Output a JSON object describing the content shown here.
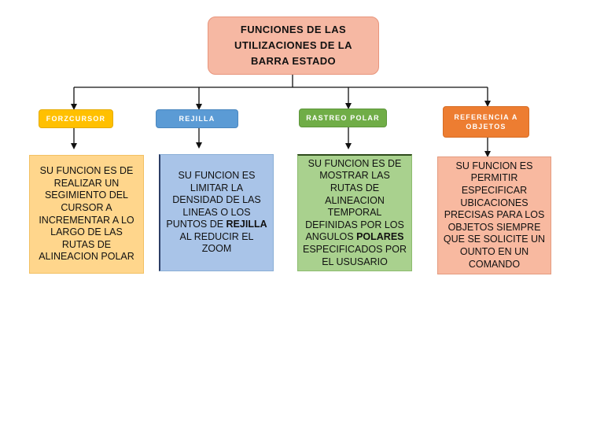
{
  "title": "FUNCIONES DE LAS UTILIZACIONES DE LA BARRA ESTADO",
  "categories": [
    {
      "label": "FORZCURSOR",
      "description": [
        {
          "text": "SU FUNCION ES DE REALIZAR UN SEGIMIENTO DEL CURSOR A INCREMENTAR A LO LARGO DE LAS RUTAS DE ALINEACION POLAR",
          "bold": false
        }
      ]
    },
    {
      "label": "REJILLA",
      "description": [
        {
          "text": "SU FUNCION ES LIMITAR LA DENSIDAD DE LAS LINEAS O LOS PUNTOS DE ",
          "bold": false
        },
        {
          "text": "REJILLA",
          "bold": true
        },
        {
          "text": " AL REDUCIR EL ZOOM",
          "bold": false
        }
      ]
    },
    {
      "label": "RASTREO POLAR",
      "description": [
        {
          "text": "SU FUNCION ES DE MOSTRAR LAS RUTAS DE ALINEACION TEMPORAL DEFINIDAS POR LOS ANGULOS ",
          "bold": false
        },
        {
          "text": "POLARES",
          "bold": true
        },
        {
          "text": " ESPECIFICADOS POR EL USUSARIO",
          "bold": false
        }
      ]
    },
    {
      "label": "REFERENCIA A OBJETOS",
      "description": [
        {
          "text": "SU FUNCION ES PERMITIR ESPECIFICAR UBICACIONES PRECISAS PARA LOS OBJETOS SIEMPRE QUE SE SOLICITE UN OUNTO EN UN COMANDO",
          "bold": false
        }
      ]
    }
  ],
  "colors": {
    "title_fill": "#f6b8a3",
    "forzcursor": "#ffc000",
    "rejilla": "#5b9bd5",
    "rastreo_polar": "#70ad47",
    "referencia_objetos": "#ed7d31"
  }
}
